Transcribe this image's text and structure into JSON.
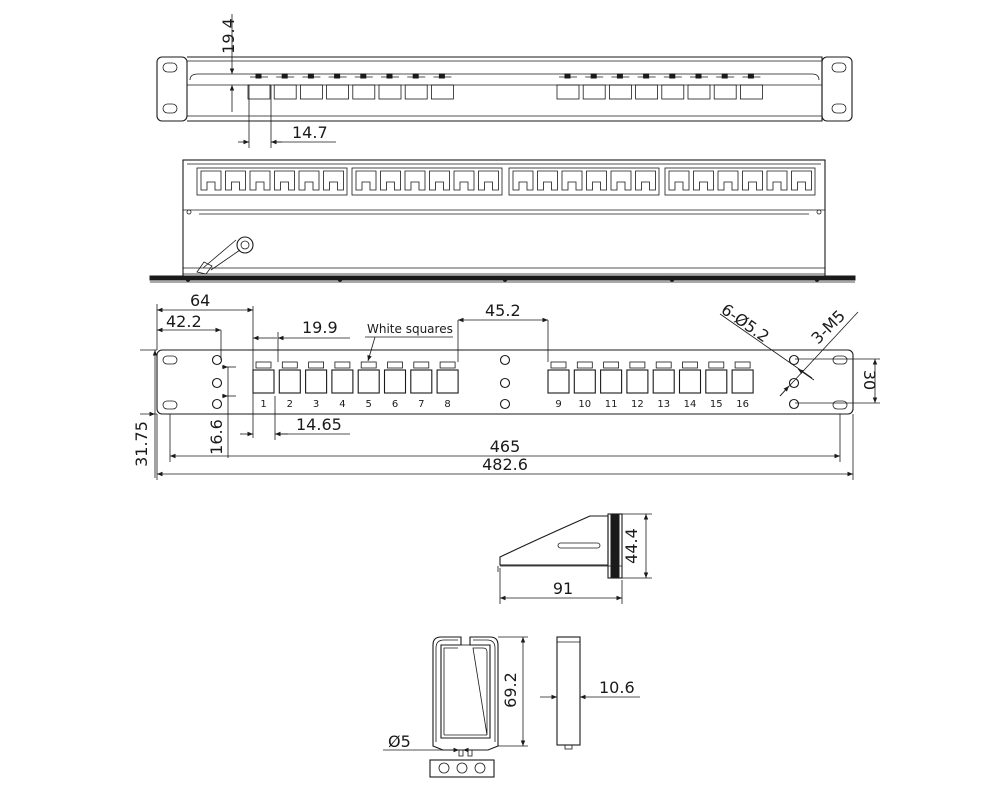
{
  "colors": {
    "line": "#1a1a1a",
    "background": "#ffffff"
  },
  "top_view": {
    "dims": {
      "height": "19.4",
      "port_width": "14.7"
    }
  },
  "front_view": {
    "dims": {
      "d64": "64",
      "d42": "42.2",
      "d19": "19.9",
      "d45": "45.2",
      "holes": "6-Ø5.2",
      "screws": "3-M5",
      "d30": "30",
      "d31": "31.75",
      "d16": "16.6",
      "d1465": "14.65",
      "d465": "465",
      "d482": "482.6"
    },
    "callout": "White squares",
    "port_numbers": [
      "1",
      "2",
      "3",
      "4",
      "5",
      "6",
      "7",
      "8",
      "9",
      "10",
      "11",
      "12",
      "13",
      "14",
      "15",
      "16"
    ]
  },
  "side_bracket": {
    "dims": {
      "d44": "44.4",
      "d91": "91"
    }
  },
  "cable_manager": {
    "dims": {
      "d69": "69.2",
      "d5": "Ø5",
      "d10": "10.6"
    }
  }
}
